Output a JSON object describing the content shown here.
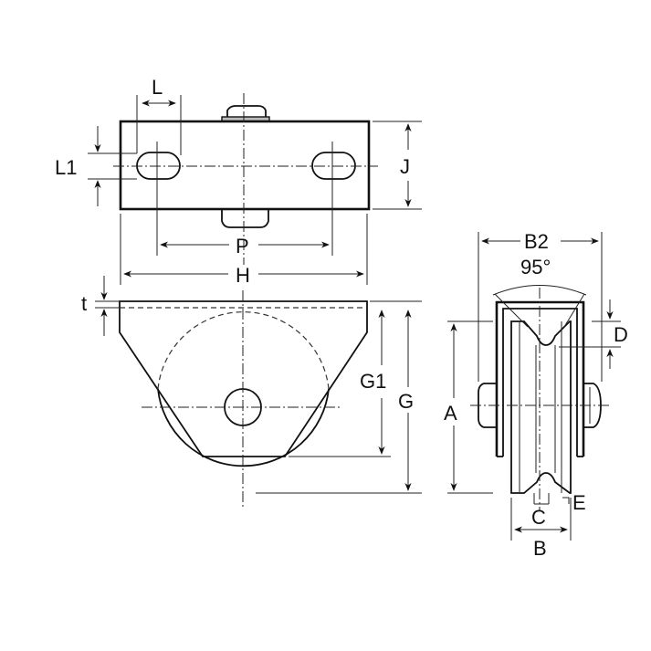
{
  "diagram": {
    "subject": "Caster wheel bracket (V-groove wheel) dimension drawing",
    "views": {
      "top_view": {
        "labels": {
          "L": "L",
          "L1": "L1",
          "J": "J",
          "P": "P",
          "H": "H"
        }
      },
      "front_view": {
        "labels": {
          "t": "t",
          "G1": "G1",
          "G": "G"
        }
      },
      "side_view": {
        "labels": {
          "B2": "B2",
          "angle": "95°",
          "D": "D",
          "A": "A",
          "C": "C",
          "E": "E",
          "B": "B"
        }
      }
    },
    "colors": {
      "line": "#111111",
      "background": "#ffffff"
    }
  }
}
